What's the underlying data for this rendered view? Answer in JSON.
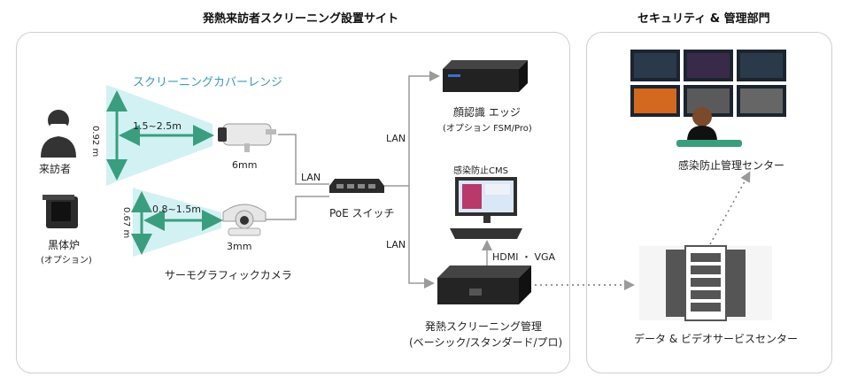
{
  "site_title": "発熱来訪者スクリーニング設置サイト",
  "security_title": "セキュリティ & 管理部門",
  "screening_range_label": "スクリーニングカバーレンジ",
  "visitor_label": "来訪者",
  "blackbody_label": "黒体炉",
  "blackbody_note": "(オプション)",
  "distance_top_vertical": "0.92 m",
  "distance_top_horizontal": "1.5~2.5m",
  "distance_bottom_vertical": "0.67 m",
  "distance_bottom_horizontal": "0.8~1.5m",
  "camera_top_label": "6mm",
  "camera_bottom_label": "3mm",
  "thermo_camera_label": "サーモグラフィックカメラ",
  "poe_switch_label": "PoE スイッチ",
  "lan_label_left": "LAN",
  "lan_label_top": "LAN",
  "lan_label_bottom": "LAN",
  "face_edge_label": "顔認識 エッジ",
  "face_edge_note": "(オプション FSM/Pro)",
  "cms_label": "感染防止CMS",
  "hdmi_label": "HDMI ・ VGA",
  "fever_mgmt_label": "発熱スクリーニング管理",
  "fever_mgmt_note": "(ベーシック/スタンダード/プロ)",
  "datacenter_label": "データ & ビデオサービスセンター",
  "control_center_label": "感染防止管理センター",
  "colors": {
    "accent_green": "#3a9e7e",
    "cone_cyan": "#cdeff2",
    "range_text": "#3a99b8",
    "line_gray": "#9a9a9a"
  }
}
